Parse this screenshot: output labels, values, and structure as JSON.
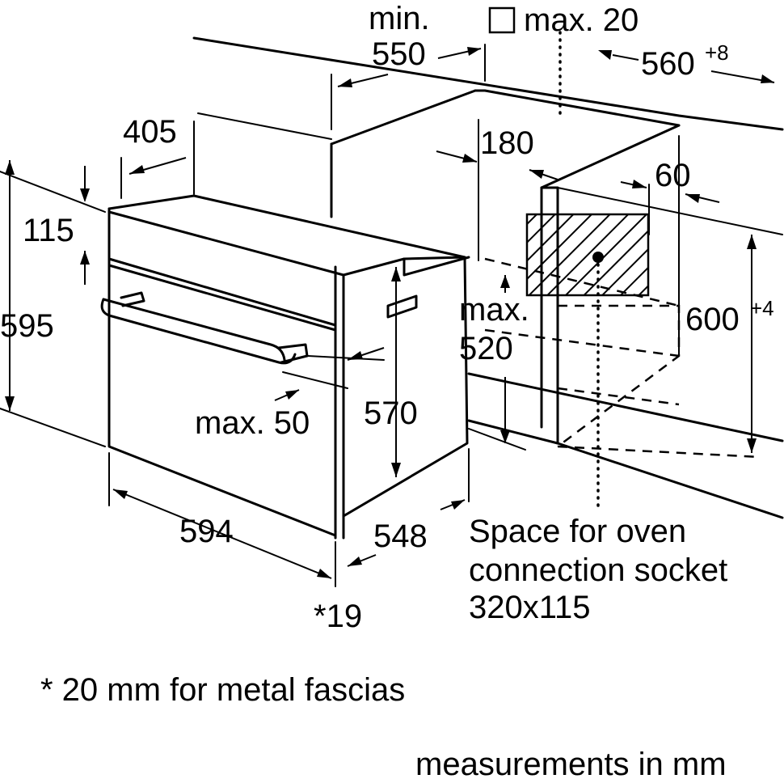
{
  "dimensions": {
    "min_label": "min.",
    "min_depth": "550",
    "max_offset_label": "max. 20",
    "niche_width": "560",
    "niche_width_tolerance": "+8",
    "panel_depth": "405",
    "panel_height": "115",
    "oven_height": "595",
    "gap_180": "180",
    "gap_60": "60",
    "max_label": "max.",
    "max_520": "520",
    "niche_height": "600",
    "niche_height_tolerance": "+4",
    "handle_max": "max. 50",
    "body_height": "570",
    "oven_width": "594",
    "body_depth": "548",
    "fascia_depth": "*19"
  },
  "socket_note": {
    "line1": "Space for oven",
    "line2": "connection socket",
    "line3": "320x115"
  },
  "footnote": "* 20 mm for metal fascias",
  "units_note": "measurements in mm"
}
